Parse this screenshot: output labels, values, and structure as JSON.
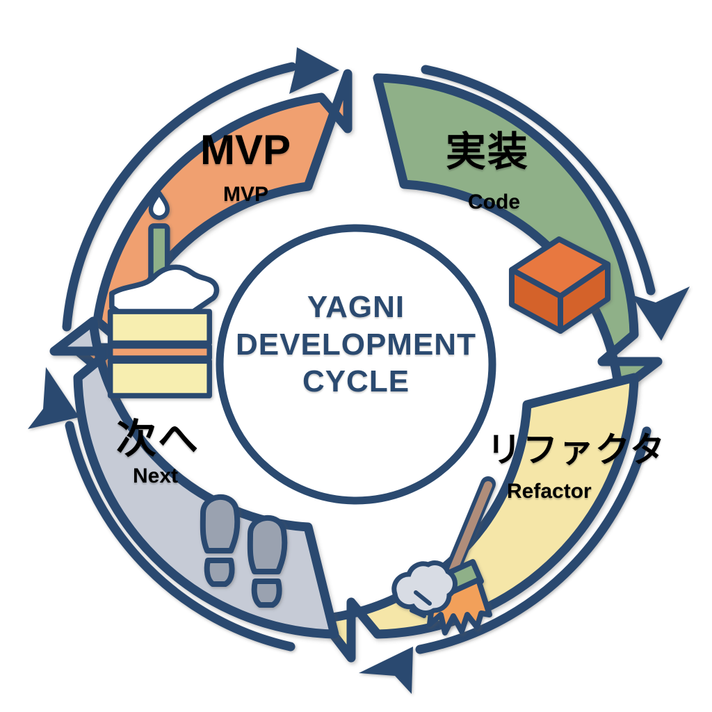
{
  "diagram": {
    "title": "YAGNI DEVELOPMENT CYCLE",
    "center_lines": [
      "YAGNI",
      "DEVELOPMENT",
      "CYCLE"
    ],
    "center_color": "#2b4a70",
    "outline_color": "#2b4a70",
    "background": "#ffffff",
    "direction": "clockwise"
  },
  "segments": [
    {
      "id": "mvp",
      "position": "top-left",
      "title": "MVP",
      "subtitle": "MVP",
      "fill": "#f0a070",
      "icon": "cake-slice-icon"
    },
    {
      "id": "code",
      "position": "top-right",
      "title": "実装",
      "subtitle": "Code",
      "fill": "#8fb088",
      "icon": "brick-icon"
    },
    {
      "id": "refactor",
      "position": "bottom-right",
      "title": "リファクタ",
      "subtitle": "Refactor",
      "fill": "#f5e6a8",
      "icon": "broom-icon"
    },
    {
      "id": "next",
      "position": "bottom-left",
      "title": "次へ",
      "subtitle": "Next",
      "fill": "#c6cbd6",
      "icon": "footprints-icon"
    }
  ],
  "arrows": [
    {
      "id": "arrow-top",
      "label": "next-to-mvp-arrow",
      "points": "up"
    },
    {
      "id": "arrow-right",
      "label": "mvp-to-code-arrow",
      "points": "down-right"
    },
    {
      "id": "arrow-bottom",
      "label": "code-to-refactor-arrow",
      "points": "left"
    },
    {
      "id": "arrow-left",
      "label": "refactor-to-next-arrow",
      "points": "up-left"
    }
  ],
  "icon_colors": {
    "cake_sponge": "#f7eeb0",
    "cake_frosting": "#ffffff",
    "candle": "#8fb088",
    "brick": "#d4622c",
    "brick_top": "#e8783f",
    "broom_handle": "#b08d7a",
    "broom_band": "#8fb088",
    "broom_bristles": "#f2a05a",
    "dust": "#d8dce4",
    "footprint": "#9aa2b0"
  }
}
